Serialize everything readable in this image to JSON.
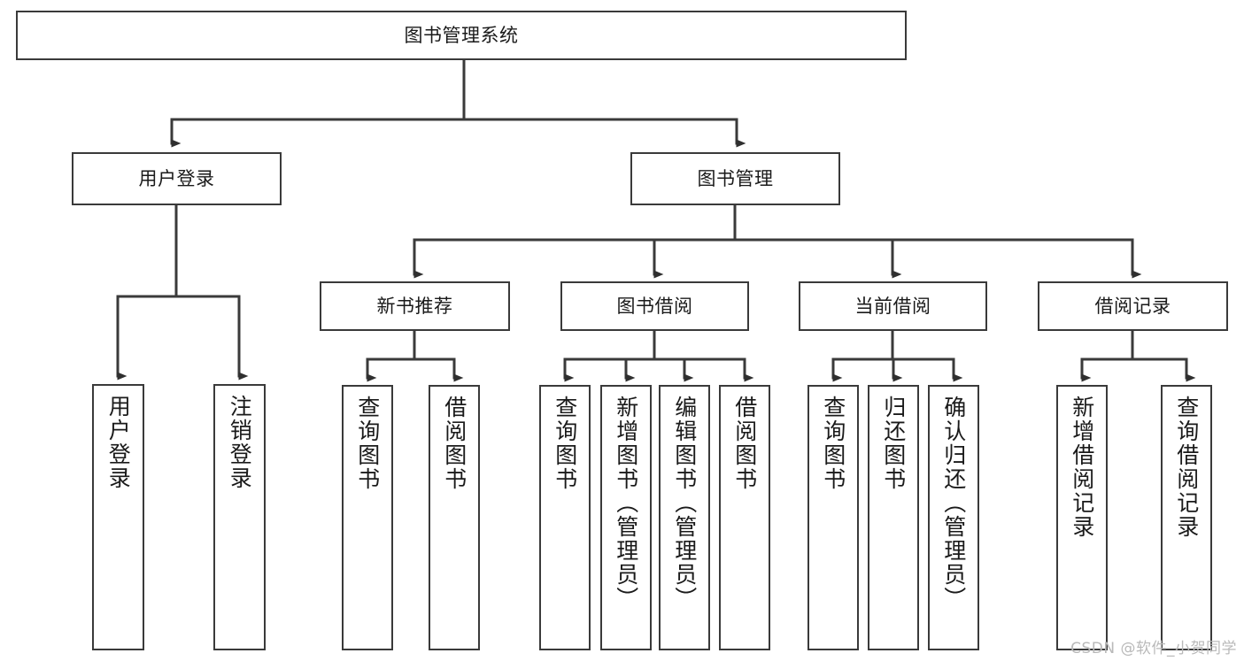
{
  "diagram": {
    "title": "图书管理系统",
    "type": "tree",
    "background_color": "#ffffff",
    "line_color": "#3a3a3a",
    "box_border_color": "#3a3a3a",
    "text_color": "#1a1a1a",
    "watermark": "CSDN @软件_小贺同学"
  },
  "nodes": {
    "root": {
      "label": "图书管理系统"
    },
    "level2": [
      {
        "id": "user-login",
        "label": "用户登录"
      },
      {
        "id": "book-manage",
        "label": "图书管理"
      }
    ],
    "level3": [
      {
        "id": "new-book-rec",
        "label": "新书推荐"
      },
      {
        "id": "book-borrow",
        "label": "图书借阅"
      },
      {
        "id": "current-borrow",
        "label": "当前借阅"
      },
      {
        "id": "borrow-record",
        "label": "借阅记录"
      }
    ],
    "leaves": {
      "user_login": [
        {
          "id": "leaf-user-login",
          "label": "用户登录"
        },
        {
          "id": "leaf-logout",
          "label": "注销登录"
        }
      ],
      "new_book_rec": [
        {
          "id": "leaf-query-book-1",
          "label": "查询图书"
        },
        {
          "id": "leaf-borrow-book-1",
          "label": "借阅图书"
        }
      ],
      "book_borrow": [
        {
          "id": "leaf-query-book-2",
          "label": "查询图书"
        },
        {
          "id": "leaf-add-book",
          "label": "新增图书（管理员）"
        },
        {
          "id": "leaf-edit-book",
          "label": "编辑图书（管理员）"
        },
        {
          "id": "leaf-borrow-book-2",
          "label": "借阅图书"
        }
      ],
      "current_borrow": [
        {
          "id": "leaf-query-book-3",
          "label": "查询图书"
        },
        {
          "id": "leaf-return-book",
          "label": "归还图书"
        },
        {
          "id": "leaf-confirm-return",
          "label": "确认归还（管理员）"
        }
      ],
      "borrow_record": [
        {
          "id": "leaf-add-record",
          "label": "新增借阅记录"
        },
        {
          "id": "leaf-query-record",
          "label": "查询借阅记录"
        }
      ]
    }
  }
}
